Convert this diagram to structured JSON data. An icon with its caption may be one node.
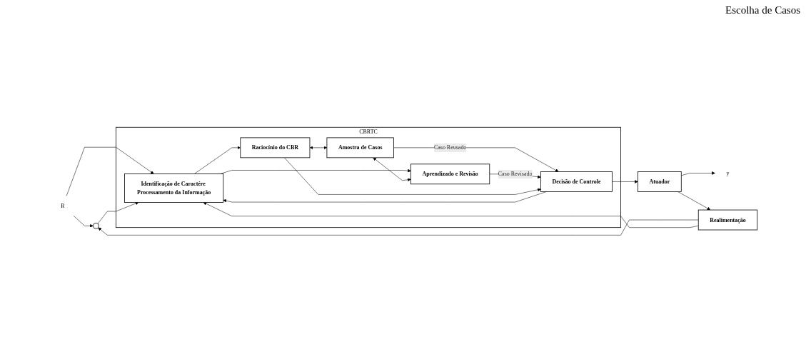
{
  "diagram": {
    "nodes": [
      {
        "text": [
          "R"
        ]
      },
      {
        "text": [
          "CBRTC"
        ]
      },
      {
        "text": [
          "Amostra de Casos"
        ],
        "in": 1
      },
      {
        "text": [
          "Aprendizado e Revisão"
        ],
        "in": 1
      },
      {
        "text": [
          "Identificação de Caractére Processamento da Informação"
        ],
        "in": 1
      },
      {
        "text": [
          "Raciocínio do CBR"
        ],
        "in": 1
      },
      {
        "text": [
          "Decisão de Controle"
        ],
        "in": 1
      },
      {
        "text": [
          "Atuador"
        ]
      },
      {
        "text": [
          "Realimentação"
        ]
      },
      {
        "text": [],
        "shape": "circle"
      },
      {
        "text": [
          "y"
        ]
      }
    ],
    "edges": [
      {
        "from": 0,
        "to": 9,
        "arrow": "to"
      },
      {
        "from": 0,
        "to": 4,
        "arrow": "to"
      },
      {
        "from": 9,
        "to": 4,
        "arrow": "to"
      },
      {
        "from": 8,
        "to": 9,
        "arrow": "to"
      },
      {
        "from": 8,
        "to": 4,
        "arrow": "to"
      },
      {
        "from": 6,
        "to": 4,
        "arrow": "to"
      },
      {
        "from": 4,
        "to": 5,
        "arrow": "to"
      },
      {
        "from": 4,
        "to": 3,
        "arrow": "to"
      },
      {
        "from": 5,
        "to": 2,
        "arrow": "both"
      },
      {
        "from": 2,
        "to": 3,
        "arrow": "both"
      },
      {
        "from": 2,
        "to": 6,
        "label": "Caso Reusado",
        "arrow": "to"
      },
      {
        "from": 3,
        "to": 6,
        "label": "Caso Revisado",
        "arrow": "to"
      },
      {
        "from": 5,
        "to": 6,
        "arrow": "to"
      },
      {
        "from": 6,
        "to": 7,
        "arrow": "to"
      },
      {
        "from": 7,
        "to": 10,
        "arrow": "to"
      },
      {
        "from": 7,
        "to": 8,
        "arrow": "to"
      }
    ],
    "labels": [
      "Escolha de Casos"
    ]
  }
}
